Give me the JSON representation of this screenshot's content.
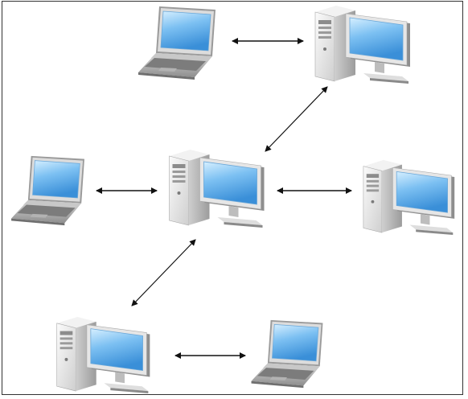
{
  "diagram": {
    "nodes": [
      {
        "id": "laptop-top",
        "kind": "laptop"
      },
      {
        "id": "desktop-top-right",
        "kind": "desktop"
      },
      {
        "id": "laptop-mid-left",
        "kind": "laptop"
      },
      {
        "id": "desktop-center",
        "kind": "desktop"
      },
      {
        "id": "desktop-mid-right",
        "kind": "desktop"
      },
      {
        "id": "desktop-bottom-left",
        "kind": "desktop"
      },
      {
        "id": "laptop-bottom-right",
        "kind": "laptop"
      }
    ],
    "links": [
      {
        "from": "laptop-top",
        "to": "desktop-top-right",
        "direction": "both"
      },
      {
        "from": "desktop-top-right",
        "to": "desktop-center",
        "direction": "both"
      },
      {
        "from": "laptop-mid-left",
        "to": "desktop-center",
        "direction": "both"
      },
      {
        "from": "desktop-center",
        "to": "desktop-mid-right",
        "direction": "both"
      },
      {
        "from": "desktop-center",
        "to": "desktop-bottom-left",
        "direction": "both"
      },
      {
        "from": "desktop-bottom-left",
        "to": "laptop-bottom-right",
        "direction": "both"
      }
    ],
    "colors": {
      "screen": "#4f9fe0",
      "screen_light": "#bfe2fa",
      "casing": "#e9e9e9",
      "casing_shadow": "#b9b9b9",
      "arrow": "#111111",
      "border": "#333333"
    }
  }
}
